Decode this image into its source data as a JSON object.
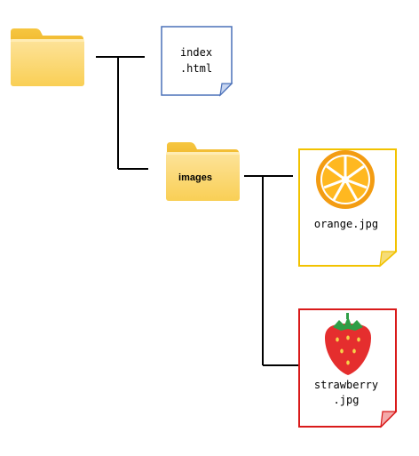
{
  "tree": {
    "root_folder": {
      "label": ""
    },
    "index_file": {
      "line1": "index",
      "line2": ".html",
      "border_color": "#4a70b8"
    },
    "images_folder": {
      "label": "images"
    },
    "orange_file": {
      "label": "orange.jpg",
      "border_color": "#f2c200",
      "icon": "orange-slice-icon"
    },
    "strawberry_file": {
      "line1": "strawberry",
      "line2": ".jpg",
      "border_color": "#d91a1a",
      "icon": "strawberry-icon"
    }
  },
  "colors": {
    "folder_back": "#f5c542",
    "folder_front": "#fbd86a",
    "connector": "#000000"
  }
}
